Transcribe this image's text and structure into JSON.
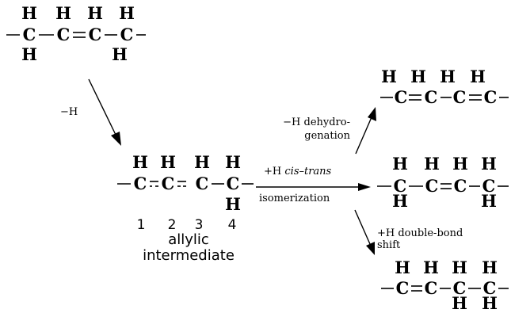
{
  "atoms": {
    "h": "H",
    "c": "C"
  },
  "labels": {
    "minus_h": "−H",
    "dehydro_line1": "−H dehydro-",
    "dehydro_line2": "genation",
    "cistrans_prefix": "+H ",
    "cistrans_italic": "cis–trans",
    "isomerization": "isomerization",
    "doublebond_line1": "+H double-bond",
    "doublebond_line2": "shift"
  },
  "intermediate": {
    "positions": [
      "1",
      "2",
      "3",
      "4"
    ],
    "caption_line1": "allylic",
    "caption_line2": "intermediate"
  }
}
